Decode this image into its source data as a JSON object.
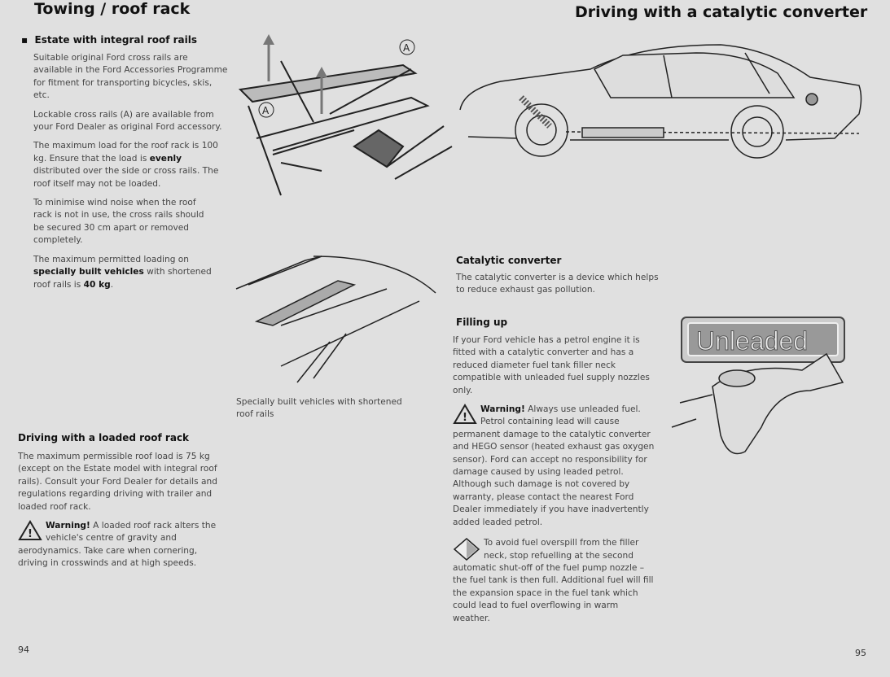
{
  "left_page": {
    "title": "Towing / roof rack",
    "estate_heading": "Estate with integral roof rails",
    "estate_paragraphs": [
      "Suitable original Ford cross rails are available in the Ford Accessories Programme for fitment for transporting bicycles, skis, etc.",
      "Lockable cross rails (A) are available from your Ford Dealer as original Ford accessory."
    ],
    "load_p1": "The maximum load for the roof rack is 100 kg. Ensure that the load is ",
    "load_bold": "evenly",
    "load_p2": " distributed over the side or cross rails. The roof itself may not be loaded.",
    "wind_paragraph": "To minimise wind noise when the roof rack is not in use, the cross rails should be secured 30 cm apart or removed completely.",
    "special_p1": "The maximum permitted loading on ",
    "special_bold": "specially built vehicles",
    "special_p2": " with shortened roof rails is ",
    "special_bold2": "40 kg",
    "special_end": ".",
    "label_a": "A",
    "figure_caption": "Specially built vehicles with shortened roof rails",
    "loaded_heading": "Driving with a loaded roof rack",
    "loaded_paragraph": "The maximum permissible roof load is 75 kg (except on the Estate model with integral roof rails). Consult your Ford Dealer for details and regulations regarding driving with trailer and loaded roof rack.",
    "warning_label": "Warning!",
    "warning_text": " A loaded roof rack alters the vehicle's centre of gravity and aerodynamics. Take care when cornering, driving in crosswinds and at high speeds.",
    "page_number": "94"
  },
  "right_page": {
    "title": "Driving with a catalytic converter",
    "cat_heading": "Catalytic converter",
    "cat_paragraph": "The catalytic converter is a device which helps to reduce exhaust gas pollution.",
    "filling_heading": "Filling up",
    "filling_paragraph": "If your Ford vehicle has a petrol engine it is fitted with a catalytic converter and has a reduced diameter fuel tank filler neck compatible with unleaded fuel supply nozzles only.",
    "warning_label": "Warning!",
    "warning_text": " Always use unleaded fuel. Petrol containing lead will cause permanent damage to the catalytic converter and HEGO sensor (heated exhaust gas oxygen sensor). Ford can accept no responsibility for damage caused by using leaded petrol. Although such damage is not covered by warranty, please contact the nearest Ford Dealer immediately if you have inadvertently added leaded petrol.",
    "note_text": "To avoid fuel overspill from the filler neck, stop refuelling at the second automatic shut-off of the fuel pump nozzle – the fuel tank is then full. Additional fuel will fill the expansion space in the fuel tank which could lead to fuel overflowing in warm weather.",
    "unleaded_sign": "Unleaded",
    "page_number": "95"
  }
}
